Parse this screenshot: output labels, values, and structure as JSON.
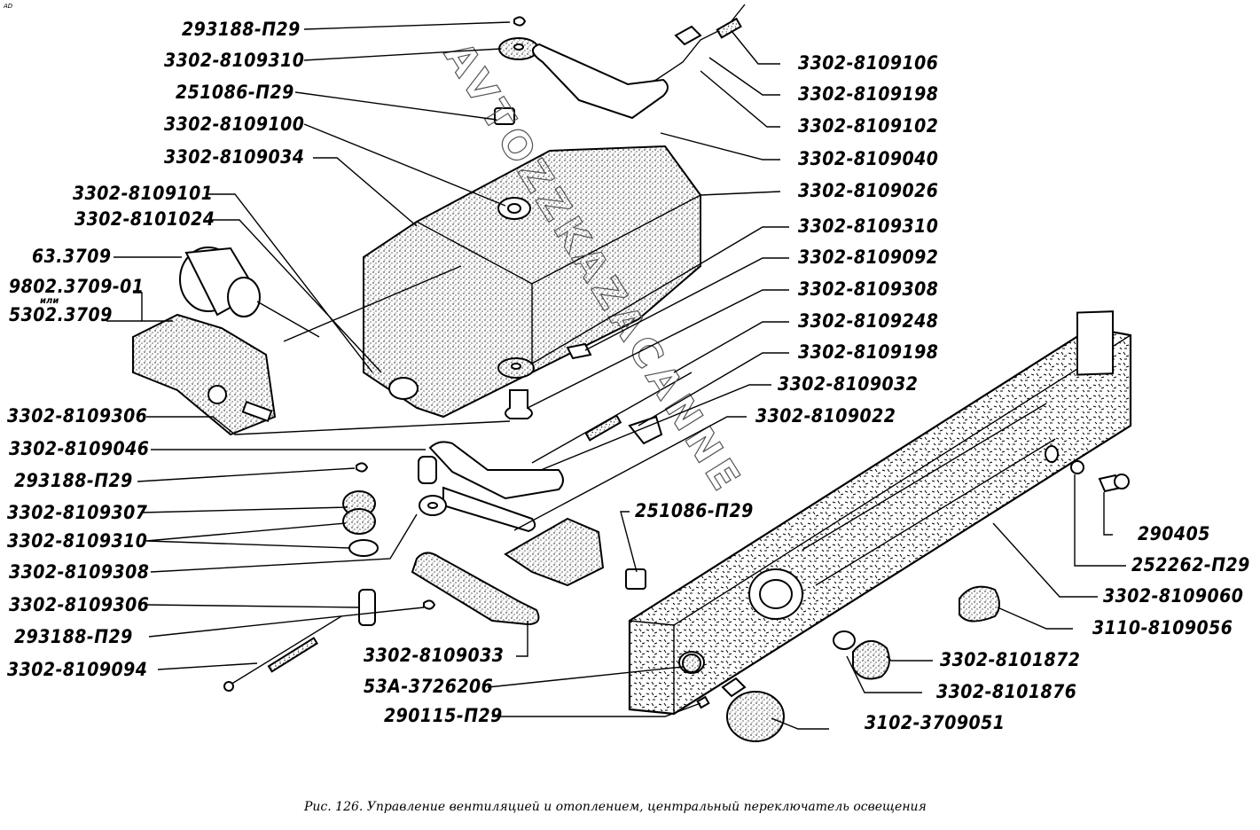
{
  "corner_mark": "AD",
  "caption": "Рис. 126. Управление вентиляцией и отоплением, центральный переключатель освещения",
  "watermark": "AVTOZZKAZACANNE",
  "labels_left": [
    {
      "id": "l1",
      "text": "293188-П29"
    },
    {
      "id": "l2",
      "text": "3302-8109310"
    },
    {
      "id": "l3",
      "text": "251086-П29"
    },
    {
      "id": "l4",
      "text": "3302-8109100"
    },
    {
      "id": "l5",
      "text": "3302-8109034"
    },
    {
      "id": "l6",
      "text": "3302-8109101"
    },
    {
      "id": "l7",
      "text": "3302-8101024"
    },
    {
      "id": "l8",
      "text": "63.3709"
    },
    {
      "id": "l9",
      "text": "9802.3709-01"
    },
    {
      "id": "l9or",
      "text": "или"
    },
    {
      "id": "l10",
      "text": "5302.3709"
    },
    {
      "id": "l11",
      "text": "3302-8109306"
    },
    {
      "id": "l12",
      "text": "3302-8109046"
    },
    {
      "id": "l13",
      "text": "293188-П29"
    },
    {
      "id": "l14",
      "text": "3302-8109307"
    },
    {
      "id": "l15",
      "text": "3302-8109310"
    },
    {
      "id": "l16",
      "text": "3302-8109308"
    },
    {
      "id": "l17",
      "text": "3302-8109306"
    },
    {
      "id": "l18",
      "text": "293188-П29"
    },
    {
      "id": "l19",
      "text": "3302-8109094"
    }
  ],
  "labels_right": [
    {
      "id": "r1",
      "text": "3302-8109106"
    },
    {
      "id": "r2",
      "text": "3302-8109198"
    },
    {
      "id": "r3",
      "text": "3302-8109102"
    },
    {
      "id": "r4",
      "text": "3302-8109040"
    },
    {
      "id": "r5",
      "text": "3302-8109026"
    },
    {
      "id": "r6",
      "text": "3302-8109310"
    },
    {
      "id": "r7",
      "text": "3302-8109092"
    },
    {
      "id": "r8",
      "text": "3302-8109308"
    },
    {
      "id": "r9",
      "text": "3302-8109248"
    },
    {
      "id": "r10",
      "text": "3302-8109198"
    },
    {
      "id": "r11",
      "text": "3302-8109032"
    },
    {
      "id": "r12",
      "text": "3302-8109022"
    },
    {
      "id": "r13",
      "text": "290405"
    },
    {
      "id": "r14",
      "text": "252262-П29"
    },
    {
      "id": "r15",
      "text": "3302-8109060"
    },
    {
      "id": "r16",
      "text": "3110-8109056"
    },
    {
      "id": "r17",
      "text": "3302-8101872"
    },
    {
      "id": "r18",
      "text": "3302-8101876"
    },
    {
      "id": "r19",
      "text": "3102-3709051"
    }
  ],
  "labels_center": [
    {
      "id": "c1",
      "text": "251086-П29"
    },
    {
      "id": "c2",
      "text": "3302-8109033"
    },
    {
      "id": "c3",
      "text": "53А-3726206"
    },
    {
      "id": "c4",
      "text": "290115-П29"
    }
  ]
}
